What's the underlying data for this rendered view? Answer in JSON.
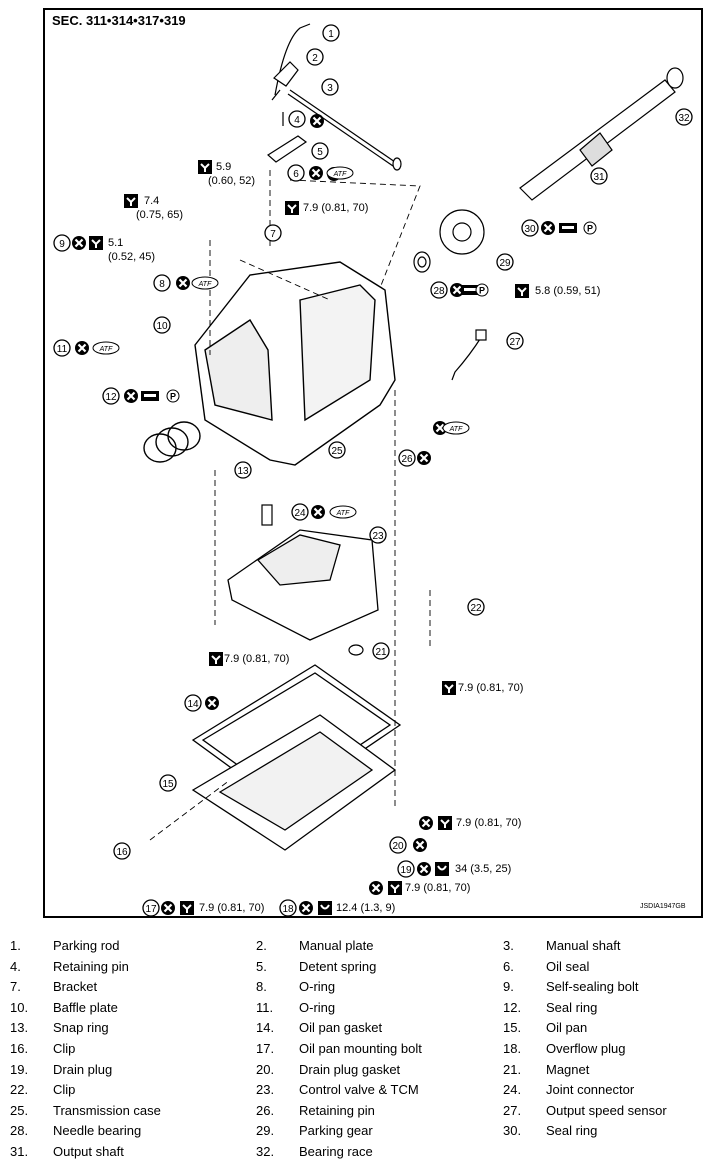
{
  "diagram": {
    "section_title": "SEC. 311•314•317•319",
    "document_id": "JSDIA1947GB",
    "atf_label": "ATF",
    "grease_label": "P",
    "callouts": [
      "1",
      "2",
      "3",
      "4",
      "5",
      "6",
      "7",
      "8",
      "9",
      "10",
      "11",
      "12",
      "13",
      "14",
      "15",
      "16",
      "17",
      "18",
      "19",
      "20",
      "21",
      "22",
      "23",
      "24",
      "25",
      "26",
      "27",
      "28",
      "29",
      "30",
      "31",
      "32"
    ],
    "torque_specs": [
      "5.9",
      "(0.60, 52)",
      "7.4",
      "(0.75, 65)",
      "5.1",
      "(0.52, 45)",
      "7.9 (0.81, 70)",
      "5.8 (0.59, 51)",
      "7.9 (0.81, 70)",
      "7.9 (0.81, 70)",
      "7.9 (0.81, 70)",
      "34 (3.5, 25)",
      "7.9 (0.81, 70)",
      "7.9 (0.81, 70)",
      "12.4 (1.3, 9)"
    ]
  },
  "legend": [
    {
      "num": "1.",
      "label": "Parking rod"
    },
    {
      "num": "2.",
      "label": "Manual plate"
    },
    {
      "num": "3.",
      "label": "Manual shaft"
    },
    {
      "num": "4.",
      "label": "Retaining pin"
    },
    {
      "num": "5.",
      "label": "Detent spring"
    },
    {
      "num": "6.",
      "label": "Oil seal"
    },
    {
      "num": "7.",
      "label": "Bracket"
    },
    {
      "num": "8.",
      "label": "O-ring"
    },
    {
      "num": "9.",
      "label": "Self-sealing bolt"
    },
    {
      "num": "10.",
      "label": "Baffle plate"
    },
    {
      "num": "11.",
      "label": "O-ring"
    },
    {
      "num": "12.",
      "label": "Seal ring"
    },
    {
      "num": "13.",
      "label": "Snap ring"
    },
    {
      "num": "14.",
      "label": "Oil pan gasket"
    },
    {
      "num": "15.",
      "label": "Oil pan"
    },
    {
      "num": "16.",
      "label": "Clip"
    },
    {
      "num": "17.",
      "label": "Oil pan mounting bolt"
    },
    {
      "num": "18.",
      "label": "Overflow plug"
    },
    {
      "num": "19.",
      "label": "Drain plug"
    },
    {
      "num": "20.",
      "label": "Drain plug gasket"
    },
    {
      "num": "21.",
      "label": "Magnet"
    },
    {
      "num": "22.",
      "label": "Clip"
    },
    {
      "num": "23.",
      "label": "Control valve & TCM"
    },
    {
      "num": "24.",
      "label": "Joint connector"
    },
    {
      "num": "25.",
      "label": "Transmission case"
    },
    {
      "num": "26.",
      "label": "Retaining pin"
    },
    {
      "num": "27.",
      "label": "Output speed sensor"
    },
    {
      "num": "28.",
      "label": "Needle bearing"
    },
    {
      "num": "29.",
      "label": "Parking gear"
    },
    {
      "num": "30.",
      "label": "Seal ring"
    },
    {
      "num": "31.",
      "label": "Output shaft"
    },
    {
      "num": "32.",
      "label": "Bearing race"
    }
  ]
}
